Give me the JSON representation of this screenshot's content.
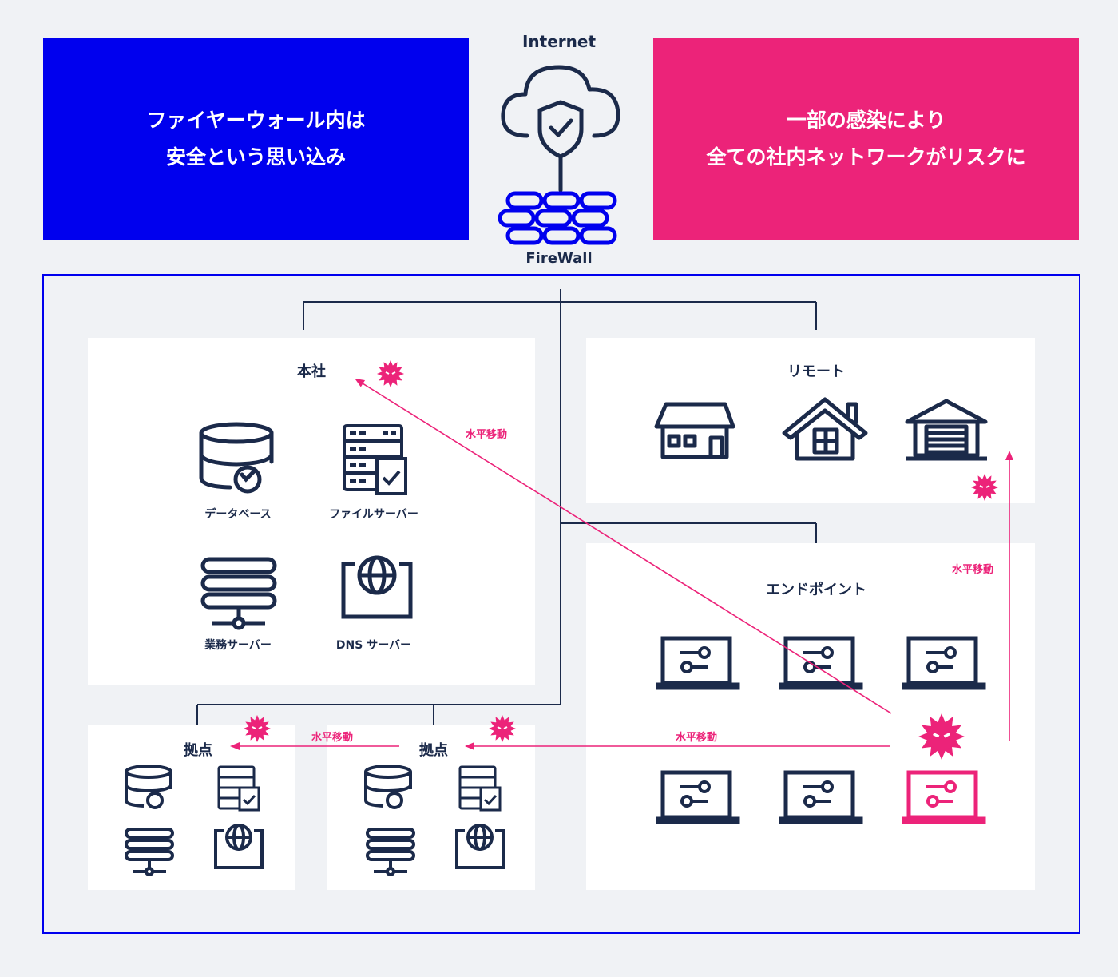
{
  "left_box": {
    "line1": "ファイヤーウォール内は",
    "line2": "安全という思い込み"
  },
  "right_box": {
    "line1": "一部の感染により",
    "line2": "全ての社内ネットワークがリスクに"
  },
  "internet_label": "Internet",
  "firewall_label": "FireWall",
  "hq": {
    "title": "本社",
    "items": [
      {
        "label": "データベース",
        "icon": "database-icon"
      },
      {
        "label": "ファイルサーバー",
        "icon": "file-server-icon"
      },
      {
        "label": "業務サーバー",
        "icon": "business-server-icon"
      },
      {
        "label": "DNS サーバー",
        "icon": "dns-server-icon"
      }
    ]
  },
  "remote": {
    "title": "リモート",
    "icons": [
      "house-icon",
      "home-icon",
      "garage-icon"
    ]
  },
  "endpoint": {
    "title": "エンドポイント"
  },
  "branch1": {
    "title": "拠点"
  },
  "branch2": {
    "title": "拠点"
  },
  "lateral_label": "水平移動",
  "colors": {
    "navy": "#1b2a4a",
    "blue": "#0000ee",
    "pink": "#ec2379"
  }
}
